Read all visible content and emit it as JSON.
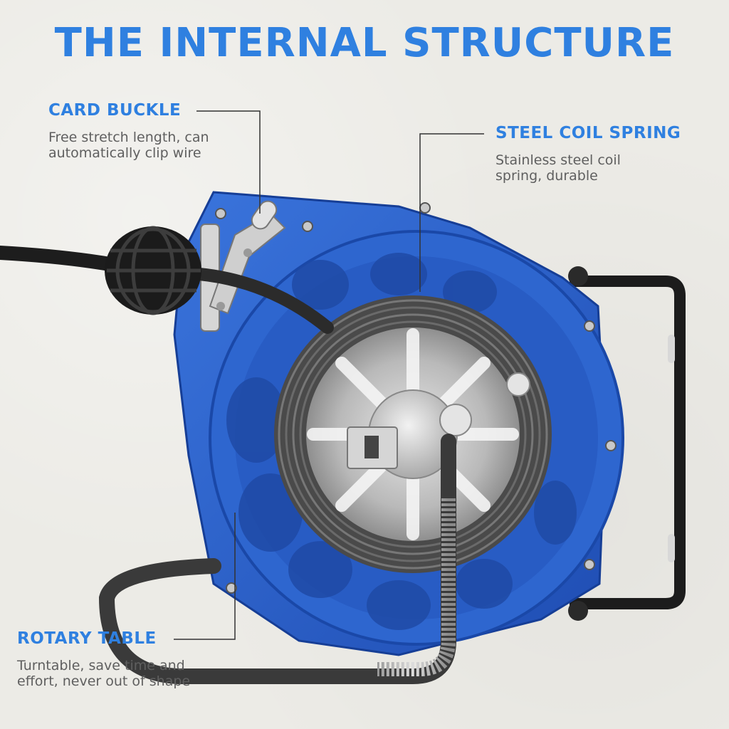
{
  "title": "THE INTERNAL STRUCTURE",
  "callouts": {
    "card_buckle": {
      "label": "CARD BUCKLE",
      "desc_line1": "Free stretch length, can",
      "desc_line2": "automatically clip wire"
    },
    "steel_coil_spring": {
      "label": "STEEL COIL SPRING",
      "desc_line1": "Stainless steel coil",
      "desc_line2": "spring, durable"
    },
    "rotary_table": {
      "label": "ROTARY TABLE",
      "desc_line1": "Turntable, save time and",
      "desc_line2": "effort, never out of shape"
    }
  },
  "colors": {
    "accent": "#2f80e0",
    "housing_blue": "#2a5fc9",
    "background": "#ecebe6",
    "description_gray": "#5f5f5f"
  }
}
